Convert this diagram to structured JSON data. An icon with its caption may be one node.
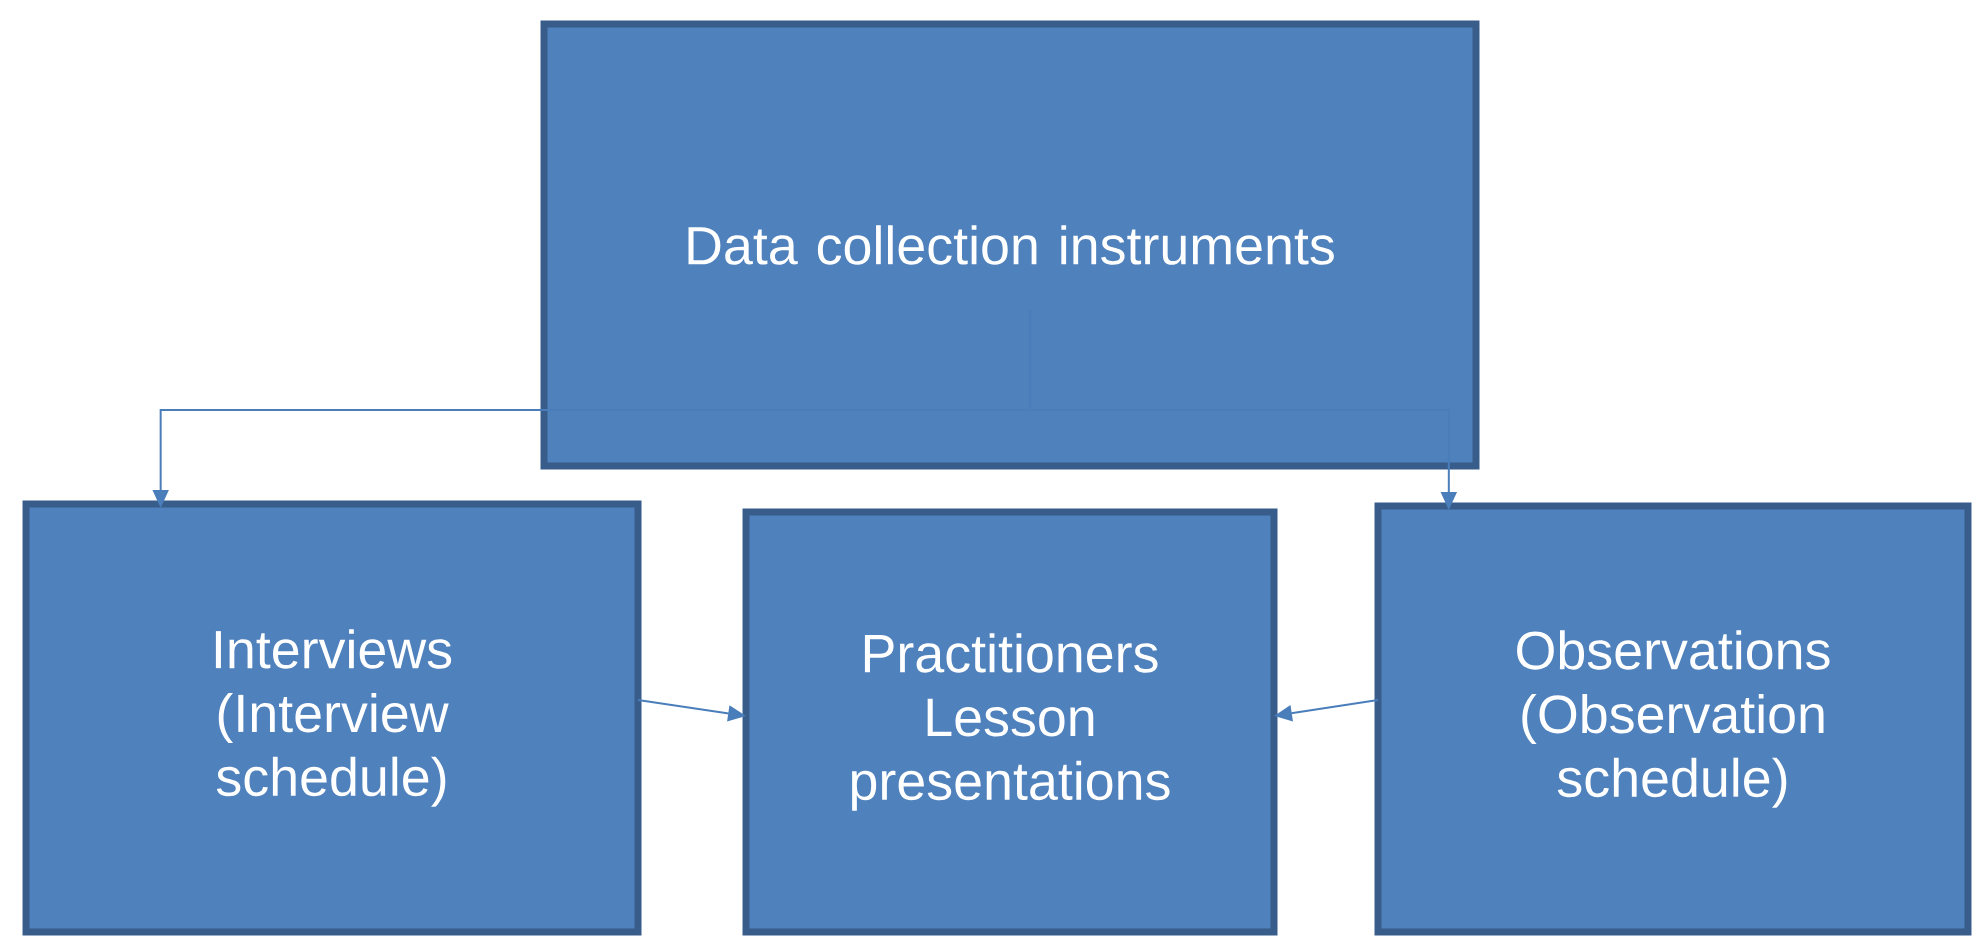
{
  "diagram": {
    "nodes": [
      {
        "text": [
          "Data collection instruments"
        ]
      },
      {
        "text": [
          "Interviews (Interview schedule)"
        ]
      },
      {
        "text": [
          "Practitioners Lesson presentations"
        ]
      },
      {
        "text": [
          "Observations (Observation schedule)"
        ]
      }
    ],
    "edges": [
      {
        "from": 0,
        "to": 1,
        "arrow": "to"
      },
      {
        "from": 0,
        "to": 3,
        "arrow": "to"
      },
      {
        "from": 1,
        "to": 2,
        "arrow": "to"
      },
      {
        "from": 3,
        "to": 2,
        "arrow": "to"
      }
    ]
  }
}
